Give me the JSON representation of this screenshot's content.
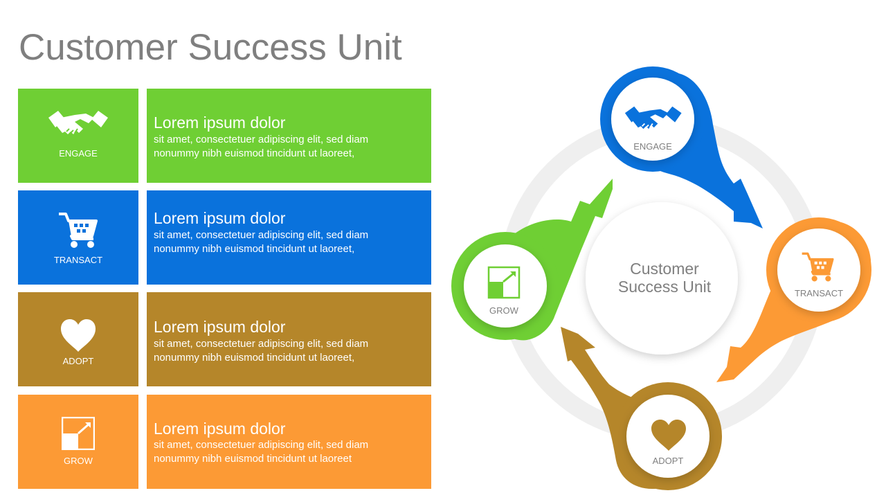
{
  "title": "Customer Success Unit",
  "colors": {
    "engage": "#6fcf34",
    "transact": "#0a72dc",
    "adopt": "#b5862a",
    "grow": "#fc9a35",
    "title": "#7f7f7f"
  },
  "rows": [
    {
      "label": "ENGAGE",
      "icon": "handshake-icon",
      "heading": "Lorem ipsum dolor",
      "line1": "sit amet, consectetuer adipiscing elit, sed diam",
      "line2": "nonummy nibh euismod tincidunt ut laoreet,"
    },
    {
      "label": "TRANSACT",
      "icon": "cart-icon",
      "heading": "Lorem ipsum dolor",
      "line1": "sit amet, consectetuer adipiscing elit, sed diam",
      "line2": "nonummy nibh euismod tincidunt ut laoreet,"
    },
    {
      "label": "ADOPT",
      "icon": "heart-icon",
      "heading": "Lorem ipsum dolor",
      "line1": "sit amet, consectetuer adipiscing elit, sed diam",
      "line2": "nonummy nibh euismod tincidunt ut laoreet,"
    },
    {
      "label": "GROW",
      "icon": "growth-chart-icon",
      "heading": "Lorem ipsum dolor",
      "line1": "sit amet, consectetuer adipiscing elit, sed diam",
      "line2": "nonummy nibh euismod tincidunt ut laoreet"
    }
  ],
  "diagram": {
    "center_line1": "Customer",
    "center_line2": "Success Unit",
    "nodes": {
      "engage": "ENGAGE",
      "transact": "TRANSACT",
      "adopt": "ADOPT",
      "grow": "GROW"
    }
  }
}
